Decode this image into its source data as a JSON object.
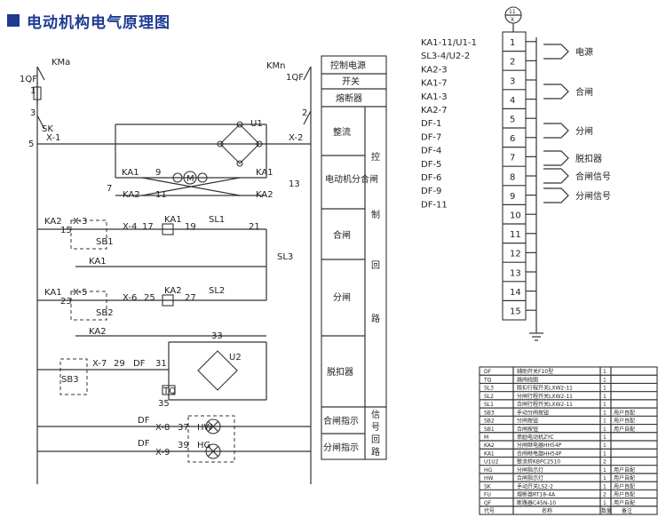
{
  "title": "电动机构电气原理图",
  "labels": {
    "kma": "KMa",
    "kmn": "KMn",
    "qf_left": "1QF",
    "qf_right": "1QF",
    "n1": "1",
    "n3": "3",
    "n2": "2",
    "sk": "SK",
    "x1": "X-1",
    "n5": "5",
    "x2": "X-2",
    "u1": "U1",
    "u2": "U2",
    "ka1a": "KA1",
    "ka1b": "KA1",
    "ka2a": "KA2",
    "ka2b": "KA2",
    "n9": "9",
    "n7": "7",
    "n11": "11",
    "n13": "13",
    "motor": "M",
    "ka2_x3": "KA2",
    "x3": "X-3",
    "n15": "15",
    "sb1": "SB1",
    "x4": "X-4",
    "n17": "17",
    "ka1_coil": "KA1",
    "n19": "19",
    "sl1": "SL1",
    "n21": "21",
    "ka1_row": "KA1",
    "sl3": "SL3",
    "ka1_x5": "KA1",
    "x5": "X-5",
    "n23": "23",
    "sb2": "SB2",
    "x6": "X-6",
    "n25": "25",
    "ka2_coil": "KA2",
    "n27": "27",
    "sl2": "SL2",
    "ka2_row": "KA2",
    "n33": "33",
    "sb3": "SB3",
    "x7": "X-7",
    "n29": "29",
    "df31": "DF",
    "n31": "31",
    "tq": "TQ",
    "n35": "35",
    "df_a": "DF",
    "x8": "X-8",
    "n37": "37",
    "hw": "HW",
    "df_b": "DF",
    "x9": "X-9",
    "n39": "39",
    "hg": "HG"
  },
  "legend_rows": [
    "控制电源",
    "开关",
    "熔断器",
    "整流",
    "电动机分合闸",
    "合闸",
    "分闸",
    "脱扣器",
    "合闸指示",
    "分闸指示"
  ],
  "legend_side": [
    "控",
    "制",
    "回",
    "路"
  ],
  "legend_side2": [
    "信",
    "号",
    "回",
    "路"
  ],
  "terminal": {
    "top_num": "11",
    "top_x": "X",
    "items": [
      "1",
      "2",
      "3",
      "4",
      "5",
      "6",
      "7",
      "8",
      "9",
      "10",
      "11",
      "12",
      "13",
      "14",
      "15"
    ],
    "left_labels": [
      "KA1-11/U1-1",
      "SL3-4/U2-2",
      "KA2-3",
      "KA1-7",
      "KA1-3",
      "KA2-7",
      "DF-1",
      "DF-7",
      "DF-4",
      "DF-5",
      "DF-6",
      "DF-9",
      "DF-11"
    ],
    "right_labels": [
      "电源",
      "合闸",
      "分闸",
      "脱扣器",
      "合闸信号",
      "分闸信号"
    ]
  },
  "parts_table": {
    "rows": [
      [
        "DF",
        "辅助开关F10型",
        "1",
        ""
      ],
      [
        "TQ",
        "跳闸线圈",
        "1",
        ""
      ],
      [
        "SL3",
        "脱扣行程开关LXW2-11",
        "1",
        ""
      ],
      [
        "SL2",
        "分闸行程开关LXW2-11",
        "1",
        ""
      ],
      [
        "SL1",
        "合闸行程开关LXW2-11",
        "1",
        ""
      ],
      [
        "SB3",
        "手动分闸按钮",
        "1",
        "用户自配"
      ],
      [
        "SB2",
        "分闸按钮",
        "1",
        "用户自配"
      ],
      [
        "SB1",
        "合闸按钮",
        "1",
        "用户自配"
      ],
      [
        "M",
        "串励电动机ZYC",
        "1",
        ""
      ],
      [
        "KA2",
        "分闸继电器HH54P",
        "1",
        ""
      ],
      [
        "KA1",
        "合闸继电器HH54P",
        "1",
        ""
      ],
      [
        "U1U2",
        "整流桥KBPC2510",
        "2",
        ""
      ],
      [
        "HG",
        "分闸指示灯",
        "1",
        "用户自配"
      ],
      [
        "HW",
        "合闸指示灯",
        "1",
        "用户自配"
      ],
      [
        "SK",
        "手动开关LS2-2",
        "1",
        "用户自配"
      ],
      [
        "FU",
        "熔断器RT18-4A",
        "2",
        "用户自配"
      ],
      [
        "QF",
        "断路器C45N-10",
        "1",
        "用户自配"
      ]
    ],
    "header": [
      "代号",
      "名称",
      "数量",
      "备注"
    ]
  }
}
